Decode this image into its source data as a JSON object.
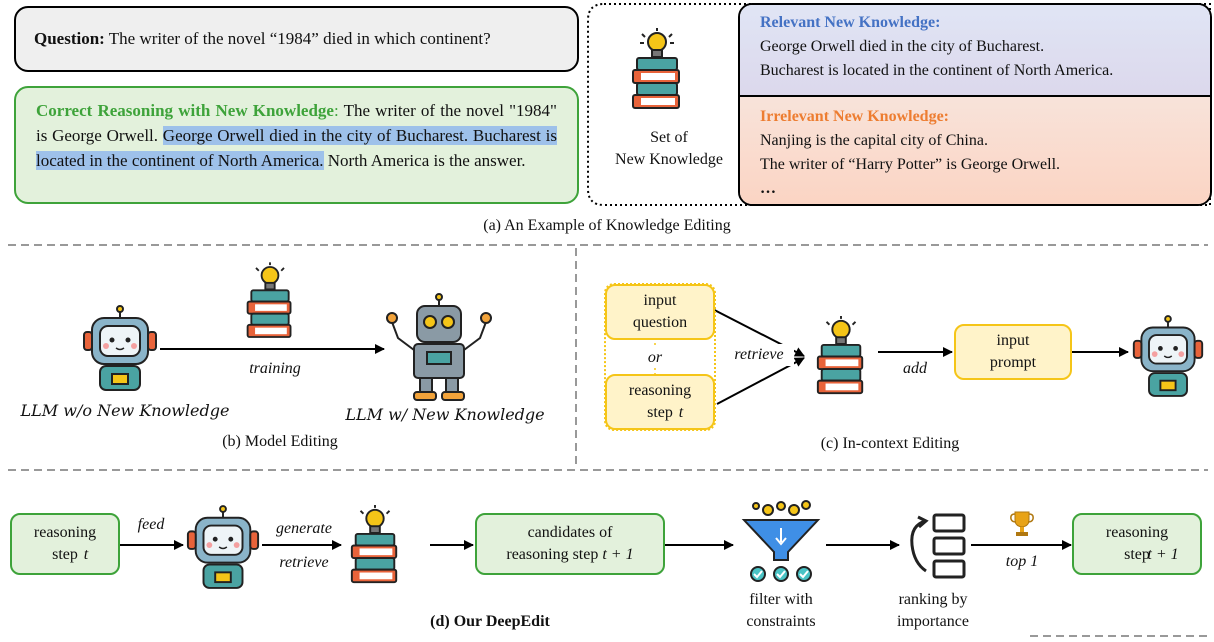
{
  "panel_a": {
    "question_label": "Question:",
    "question_text": " The writer of the novel “1984” died in which continent?",
    "correct_label": "Correct Reasoning with New Knowledge",
    "correct_colon": ":",
    "correct_text_1": " The writer of the novel \"1984\" is George Orwell. ",
    "correct_text_hl": "George Orwell died in the city of Bucharest. Bucharest is located in the continent of North America.",
    "correct_text_2": " North America is the answer.",
    "set_label_1": "Set of",
    "set_label_2": "New Knowledge",
    "relevant_title": "Relevant New Knowledge:",
    "relevant_lines": [
      "George Orwell died in the city of Bucharest.",
      "Bucharest is located in the continent of North America."
    ],
    "irrelevant_title": "Irrelevant New Knowledge:",
    "irrelevant_lines": [
      "Nanjing is the capital city of China.",
      "The writer of “Harry Potter” is George Orwell.",
      "…"
    ],
    "caption": "(a) An Example of Knowledge Editing"
  },
  "panel_b": {
    "llm_without": "LLM w/o New Knowledge",
    "llm_with": "LLM w/ New Knowledge",
    "training": "training",
    "caption": "(b) Model Editing"
  },
  "panel_c": {
    "input_question": "input question",
    "or": "or",
    "reasoning_step": "reasoning step",
    "step_var": "t",
    "retrieve": "retrieve",
    "add": "add",
    "input_prompt": "input prompt",
    "caption": "(c) In-context Editing"
  },
  "panel_d": {
    "reasoning_step": "reasoning step",
    "step_var": "t",
    "feed": "feed",
    "generate": "generate",
    "retrieve": "retrieve",
    "candidates_1": "candidates of",
    "candidates_2": "reasoning step",
    "candidates_var": "t + 1",
    "filter_1": "filter with",
    "filter_2": "constraints",
    "ranking_1": "ranking by",
    "ranking_2": "importance",
    "top1": "top 1",
    "result": "reasoning step",
    "result_var": "t + 1",
    "caption": "(d) Our DeepEdit"
  },
  "colors": {
    "green": "#3ea33a",
    "green_fill": "#e3f1dc",
    "yellow": "#f5c518",
    "yellow_fill": "#fff3c9",
    "blue_title": "#4472c4",
    "orange_title": "#ed7d31",
    "highlight": "#9ec1ea"
  }
}
